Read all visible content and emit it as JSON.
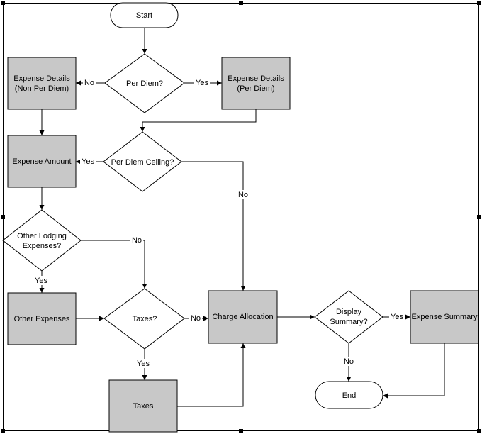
{
  "nodes": {
    "start": "Start",
    "per_diem": "Per Diem?",
    "details_non": [
      "Expense Details",
      "(Non Per Diem)"
    ],
    "details_per": [
      "Expense Details",
      "(Per Diem)"
    ],
    "expense_amount": "Expense Amount",
    "ceiling": "Per Diem Ceiling?",
    "other_lodging": [
      "Other Lodging",
      "Expenses?"
    ],
    "other_expenses": "Other Expenses",
    "taxes_q": "Taxes?",
    "taxes": "Taxes",
    "charge_allocation": "Charge Allocation",
    "display_summary": [
      "Display",
      "Summary?"
    ],
    "expense_summary": "Expense Summary",
    "end": "End"
  },
  "edge_labels": {
    "per_diem_no": "No",
    "per_diem_yes": "Yes",
    "ceiling_yes": "Yes",
    "ceiling_no": "No",
    "lodging_yes": "Yes",
    "lodging_no": "No",
    "taxes_yes": "Yes",
    "taxes_no": "No",
    "display_yes": "Yes",
    "display_no": "No"
  }
}
